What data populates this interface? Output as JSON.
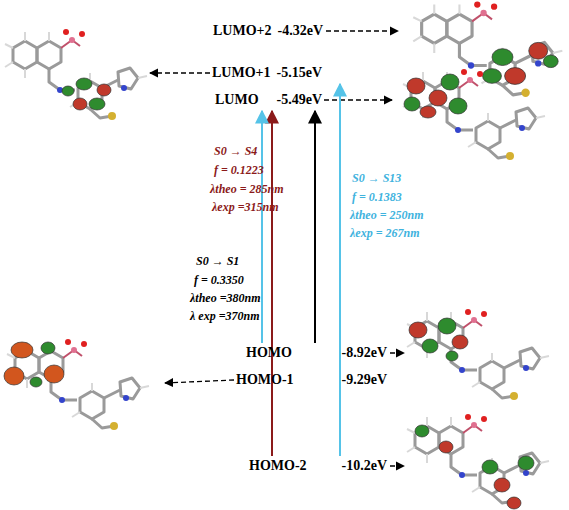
{
  "diagram": {
    "nodes": [
      {
        "text": [
          "LUMO+2",
          "-4.32eV"
        ]
      },
      {
        "text": [
          "LUMO+1",
          "-5.15eV"
        ]
      },
      {
        "text": [
          "LUMO",
          "-5.49eV"
        ]
      },
      {
        "text": [
          "HOMO",
          "-8.92eV"
        ]
      },
      {
        "text": [
          "HOMO-1",
          "-9.29eV"
        ]
      },
      {
        "text": [
          "HOMO-2",
          "-10.2eV"
        ]
      }
    ],
    "edges": [
      {
        "from": 5,
        "to": 2,
        "arrow": "to"
      },
      {
        "from": 3,
        "to": 2,
        "arrow": "to"
      },
      {
        "from": 5,
        "to": 1,
        "arrow": "to"
      },
      {
        "from": 3,
        "to": 2,
        "arrow": "to"
      }
    ],
    "labels": [
      "S0 → S4",
      "f = 0.1223",
      "λtheo = 285nm",
      "λexp =315nm",
      "S0 → S1",
      "f = 0.3350",
      "λtheo =380nm",
      "λ exp =370nm",
      "S0 → S13",
      "f = 0.1383",
      "λtheo = 250nm",
      "λexp = 267nm"
    ]
  }
}
